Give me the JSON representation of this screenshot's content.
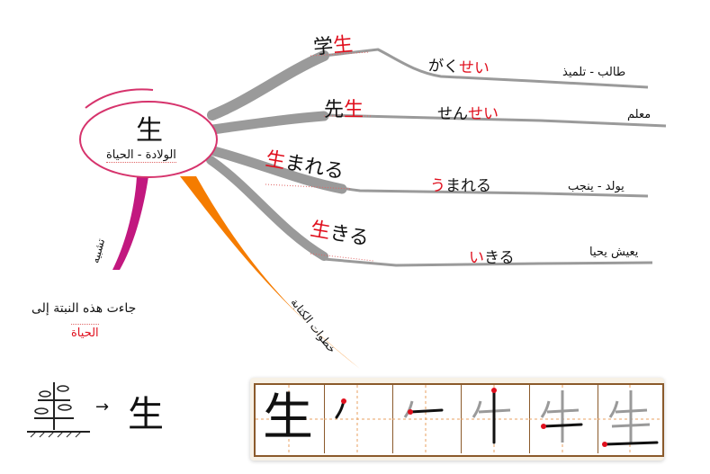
{
  "center": {
    "kanji": "生",
    "meaning": "الولادة - الحياة"
  },
  "branches": [
    {
      "word_plain": "学",
      "word_red": "生",
      "word_red_first": false,
      "reading_plain": "がく",
      "reading_red": "せい",
      "reading_red_first": false,
      "meaning": "طالب - تلميذ"
    },
    {
      "word_plain": "先",
      "word_red": "生",
      "word_red_first": false,
      "reading_plain": "せん",
      "reading_red": "せい",
      "reading_red_first": false,
      "meaning": "معلم"
    },
    {
      "word_plain": "まれる",
      "word_red": "生",
      "word_red_first": true,
      "reading_plain": "まれる",
      "reading_red": "う",
      "reading_red_first": true,
      "meaning": "يولد - ينجب"
    },
    {
      "word_plain": "きる",
      "word_red": "生",
      "word_red_first": true,
      "reading_plain": "きる",
      "reading_red": "い",
      "reading_red_first": true,
      "meaning": "يعيش يحيا"
    }
  ],
  "origin": {
    "label": "تشبيه",
    "sentence": "جاءت هذه النبتة إلى",
    "sentence_red": "الحياة",
    "pictogram_result": "生",
    "arrow": "→"
  },
  "writing_steps": {
    "label": "خطوات الكتابة",
    "final_kanji": "生"
  },
  "colors": {
    "accent_red": "#e0101e",
    "branch_gray": "#9a9a9a",
    "center_outline": "#d6336c",
    "origin_branch": "#c2187f",
    "steps_branch": "#f57c00",
    "grid_border": "#8b5a2b",
    "grid_bg": "#f7f1e6",
    "grid_guides": "#e8a060"
  }
}
